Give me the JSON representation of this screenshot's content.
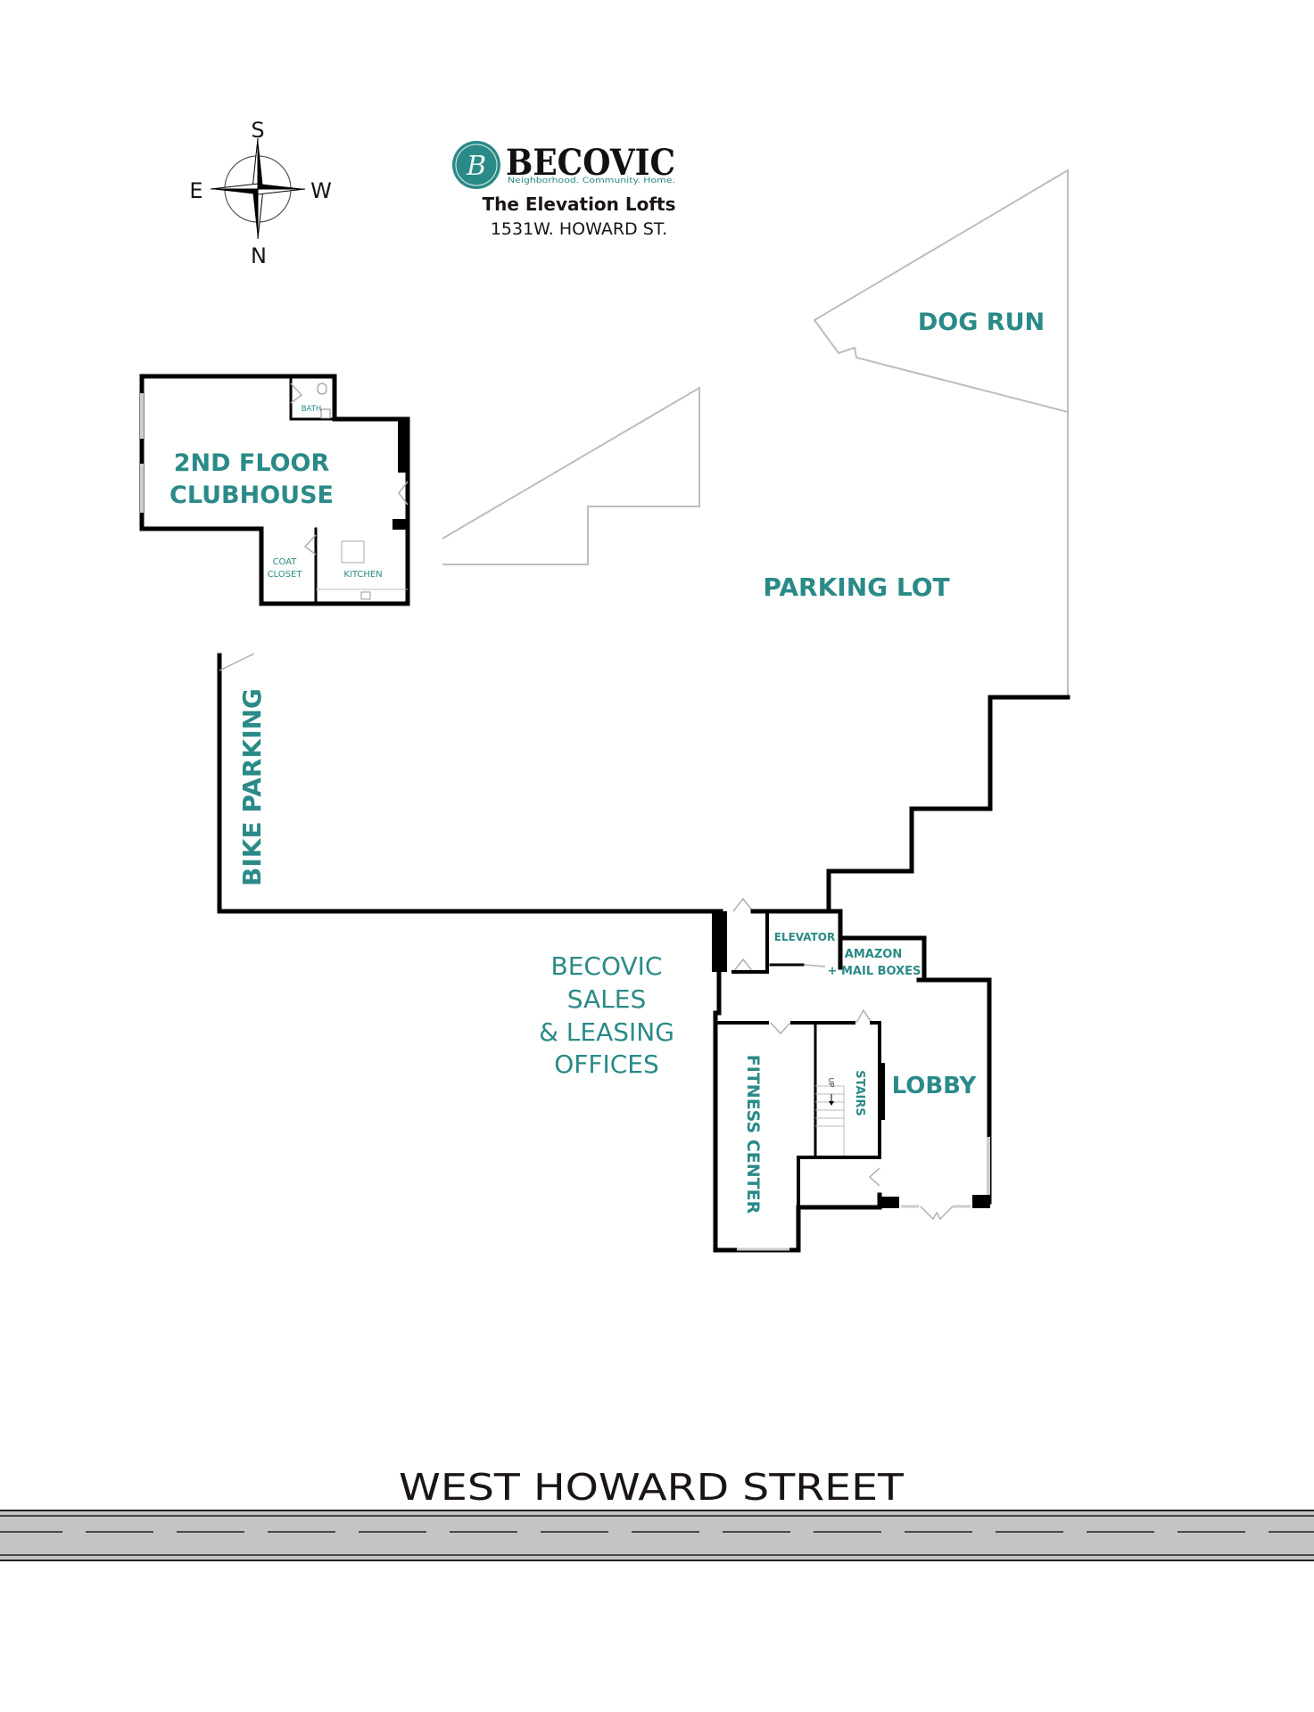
{
  "compass": {
    "top": "S",
    "left": "E",
    "right": "W",
    "bottom": "N",
    "icon": "compass-rose-icon"
  },
  "brand": {
    "logo_letter": "B",
    "name": "BECOVIC",
    "tagline": "Neighborhood. Community. Home.",
    "property_name": "The Elevation Lofts",
    "address": "1531W. HOWARD ST.",
    "accent_color": "#2a8a87"
  },
  "areas": {
    "dog_run": "DOG RUN",
    "parking_lot": "PARKING LOT",
    "bike_parking": "BIKE PARKING",
    "clubhouse_line1": "2ND FLOOR",
    "clubhouse_line2": "CLUBHOUSE",
    "bath": "BATH",
    "coat_closet_line1": "COAT",
    "coat_closet_line2": "CLOSET",
    "kitchen": "KITCHEN",
    "sales_line1": "BECOVIC",
    "sales_line2": "SALES",
    "sales_line3": "& LEASING",
    "sales_line4": "OFFICES",
    "elevator": "ELEVATOR",
    "mail_line1": "AMAZON",
    "mail_line2": "+ MAIL BOXES",
    "fitness_center": "FITNESS CENTER",
    "stairs": "STAIRS",
    "stairs_direction": "UP",
    "lobby": "LOBBY"
  },
  "street": {
    "name": "WEST HOWARD STREET",
    "road_color": "#c4c4c4"
  }
}
